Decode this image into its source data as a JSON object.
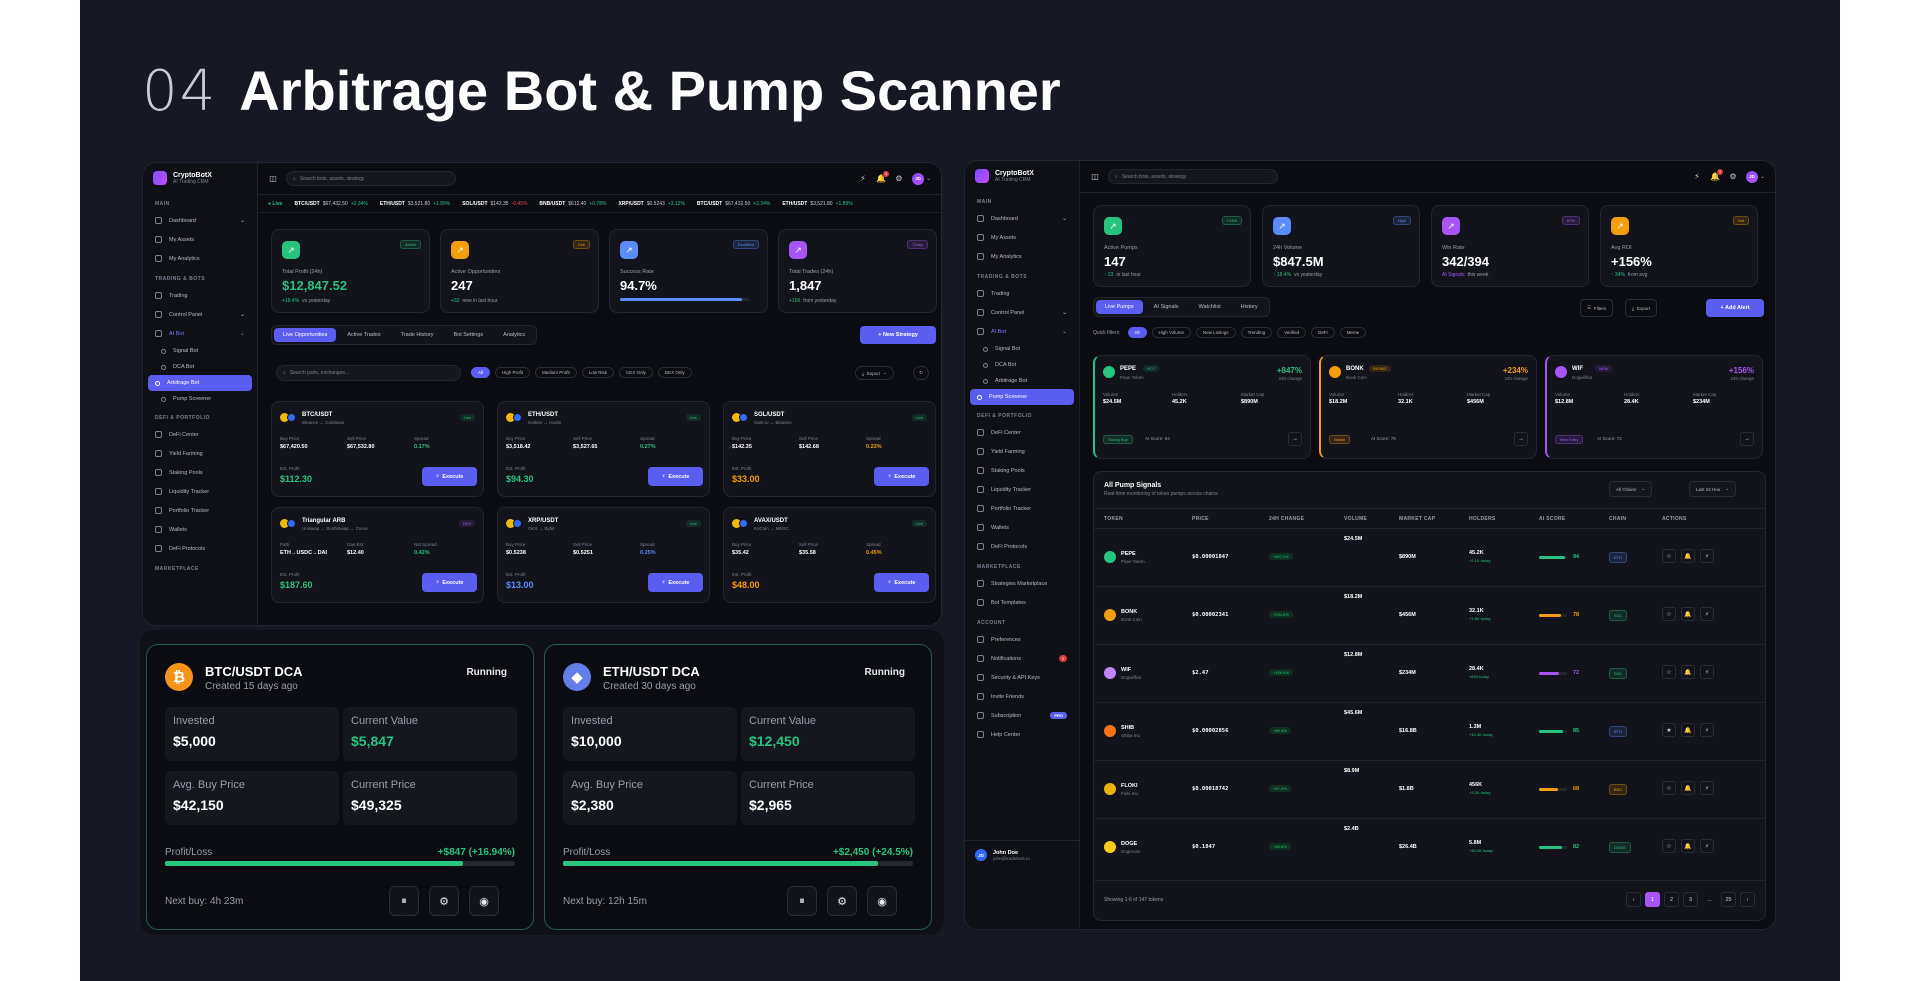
{
  "headline": {
    "num": "04",
    "title": "Arbitrage Bot & Pump Scanner"
  },
  "app": {
    "name": "CryptoBotX",
    "subtitle": "AI Trading CRM",
    "search": "Search bots, assets, strategy",
    "notif": "3",
    "avatar": "JD"
  },
  "sidebar1": {
    "main_label": "MAIN",
    "trading_label": "TRADING & BOTS",
    "defi_label": "DEFI & PORTFOLIO",
    "market_label": "MARKETPLACE",
    "main": [
      "Dashboard",
      "My Assets",
      "My Analytics"
    ],
    "trading": [
      "Trading",
      "Control Panel",
      "AI Bot"
    ],
    "aibot_sub": [
      "Signal Bot",
      "DCA Bot",
      "Arbitrage Bot",
      "Pump Screener"
    ],
    "defi": [
      "DeFi Center",
      "Yield Farming",
      "Staking Pools",
      "Liquidity Tracker",
      "Portfolio Tracker",
      "Wallets",
      "DeFi Protocols"
    ]
  },
  "sidebar2": {
    "account_label": "ACCOUNT",
    "market": [
      "Strategies Marketplace",
      "Bot Templates"
    ],
    "account": [
      "Preferences",
      "Notifications",
      "Security & API Keys",
      "Invite Friends",
      "Subscription",
      "Help Center"
    ],
    "notif_badge": "3",
    "pro": "PRO",
    "user": {
      "name": "John Doe",
      "email": "john@tradebots.io",
      "initials": "JD"
    }
  },
  "ticker": [
    {
      "pair": "BTC/USDT",
      "price": "$67,432.50",
      "chg": "+2.34%",
      "up": true
    },
    {
      "pair": "ETH/USDT",
      "price": "$3,521.80",
      "chg": "+1.89%",
      "up": true
    },
    {
      "pair": "SOL/USDT",
      "price": "$142.35",
      "chg": "-0.45%",
      "up": false
    },
    {
      "pair": "BNB/USDT",
      "price": "$612.40",
      "chg": "+0.78%",
      "up": true
    },
    {
      "pair": "XRP/USDT",
      "price": "$0.5243",
      "chg": "+3.12%",
      "up": true
    },
    {
      "pair": "BTC/USDT",
      "price": "$67,432.50",
      "chg": "+2.34%",
      "up": true
    },
    {
      "pair": "ETH/USDT",
      "price": "$3,521.80",
      "chg": "+1.89%",
      "up": true
    }
  ],
  "live_label": "Live",
  "stats1": [
    {
      "label": "Total Profit (24h)",
      "value": "$12,847.52",
      "badge": "Active",
      "sub_hl": "+18.4%",
      "sub": "vs yesterday",
      "color": "#27c47f"
    },
    {
      "label": "Active Opportunities",
      "value": "247",
      "badge": "Live",
      "sub_hl": "+32",
      "sub": "new in last hour",
      "color": "#f59e0b"
    },
    {
      "label": "Success Rate",
      "value": "94.7%",
      "badge": "Excellent",
      "progress": 0.947,
      "color": "#5b8cff"
    },
    {
      "label": "Total Trades (24h)",
      "value": "1,847",
      "badge": "Today",
      "sub_hl": "+156",
      "sub": "from yesterday",
      "color": "#a855f7"
    }
  ],
  "tabs1": [
    "Live Opportunities",
    "Active Trades",
    "Trade History",
    "Bot Settings",
    "Analytics"
  ],
  "new_strategy": "+ New Strategy",
  "filter_search": "Search pairs, exchanges...",
  "filters1": [
    "All",
    "High Profit",
    "Medium Profit",
    "Low Risk",
    "CEX Only",
    "DEX Only"
  ],
  "export": "Export",
  "opps": [
    {
      "pair": "BTC/USDT",
      "route": "Binance → Coinbase",
      "badge": "Live",
      "l1": "Buy Price",
      "v1": "$67,420.50",
      "l2": "Sell Price",
      "v2": "$67,532.80",
      "l3": "Spread",
      "v3": "0.17%",
      "profit": "$112.30",
      "pcolor": "#27c47f"
    },
    {
      "pair": "ETH/USDT",
      "route": "Kraken → Huobi",
      "badge": "Live",
      "l1": "Buy Price",
      "v1": "$3,518.42",
      "l2": "Sell Price",
      "v2": "$3,527.65",
      "l3": "Spread",
      "v3": "0.27%",
      "profit": "$94.30",
      "pcolor": "#27c47f"
    },
    {
      "pair": "SOL/USDT",
      "route": "Gate.io → Binance",
      "badge": "Live",
      "l1": "Buy Price",
      "v1": "$142.35",
      "l2": "Sell Price",
      "v2": "$142.68",
      "l3": "Spread",
      "v3": "0.23%",
      "profit": "$33.00",
      "pcolor": "#f59e0b"
    },
    {
      "pair": "Triangular ARB",
      "route": "Uniswap → SushiSwap → Curve",
      "badge": "DEX",
      "l1": "Path",
      "v1": "ETH→USDC→DAI",
      "l2": "Gas Est.",
      "v2": "$12.40",
      "l3": "Net Spread",
      "v3": "0.42%",
      "profit": "$187.60",
      "pcolor": "#27c47f"
    },
    {
      "pair": "XRP/USDT",
      "route": "OKX → Bybit",
      "badge": "Live",
      "l1": "Buy Price",
      "v1": "$0.5238",
      "l2": "Sell Price",
      "v2": "$0.5251",
      "l3": "Spread",
      "v3": "0.25%",
      "profit": "$13.00",
      "pcolor": "#5b8cff"
    },
    {
      "pair": "AVAX/USDT",
      "route": "KuCoin → MEXC",
      "badge": "Live",
      "l1": "Buy Price",
      "v1": "$35.42",
      "l2": "Sell Price",
      "v2": "$35.58",
      "l3": "Spread",
      "v3": "0.45%",
      "profit": "$48.00",
      "pcolor": "#f59e0b"
    }
  ],
  "est_profit": "Est. Profit",
  "execute": "Execute",
  "dca": [
    {
      "title": "BTC/USDT DCA",
      "created": "Created 15 days ago",
      "status": "Running",
      "invested": "$5,000",
      "current": "$5,847",
      "avg": "$42,150",
      "price": "$49,325",
      "pl": "+$847 (+16.94%)",
      "progress": 0.85,
      "next": "Next buy: 4h 23m",
      "coin": "₿",
      "coin_color": "#f7931a"
    },
    {
      "title": "ETH/USDT DCA",
      "created": "Created 30 days ago",
      "status": "Running",
      "invested": "$10,000",
      "current": "$12,450",
      "avg": "$2,380",
      "price": "$2,965",
      "pl": "+$2,450 (+24.5%)",
      "progress": 0.9,
      "next": "Next buy: 12h 15m",
      "coin": "◆",
      "coin_color": "#627eea"
    }
  ],
  "dca_labels": {
    "invested": "Invested",
    "current": "Current Value",
    "avg": "Avg. Buy Price",
    "price": "Current Price",
    "pl": "Profit/Loss"
  },
  "stats2": [
    {
      "label": "Active Pumps",
      "value": "147",
      "badge": "+24%",
      "sub_hl": "↑ 23",
      "sub": "in last hour",
      "color": "#27c47f"
    },
    {
      "label": "24h Volume",
      "value": "$847.5M",
      "badge": "High",
      "sub_hl": "↑ 18.4%",
      "sub": "vs yesterday",
      "color": "#5b8cff"
    },
    {
      "label": "Win Rate",
      "value": "342/394",
      "badge": "87%",
      "sub_hl": "AI Signals",
      "sub": "this week",
      "color": "#a855f7"
    },
    {
      "label": "Avg ROI",
      "value": "+156%",
      "badge": "Hot",
      "sub_hl": "↑ 34%",
      "sub": "from avg",
      "color": "#f59e0b"
    }
  ],
  "tabs2": [
    "Live Pumps",
    "AI Signals",
    "Watchlist",
    "History"
  ],
  "filters_btn": "Filters",
  "export2": "Export",
  "add_alert": "+ Add Alert",
  "quick_label": "Quick filters:",
  "filters2": [
    "All",
    "High Volume",
    "New Listings",
    "Trending",
    "Verified",
    "DeFi",
    "Meme"
  ],
  "hot": [
    {
      "sym": "PEPE",
      "name": "Pepe Token",
      "tag": "HOT",
      "chg": "+847%",
      "vol": "$24.5M",
      "holders": "45.2K",
      "mcap": "$890M",
      "action": "Strong Buy",
      "score": "AI Score: 94",
      "accent": "#27c47f"
    },
    {
      "sym": "BONK",
      "name": "Bonk Coin",
      "tag": "RISING",
      "chg": "+234%",
      "vol": "$18.2M",
      "holders": "32.1K",
      "mcap": "$456M",
      "action": "Watch",
      "score": "AI Score: 78",
      "accent": "#f59e0b"
    },
    {
      "sym": "WIF",
      "name": "Dogwifhat",
      "tag": "NEW",
      "chg": "+156%",
      "vol": "$12.8M",
      "holders": "28.4K",
      "mcap": "$234M",
      "action": "New Entry",
      "score": "AI Score: 72",
      "accent": "#a855f7"
    }
  ],
  "hot_labels": {
    "vol": "Volume",
    "holders": "Holders",
    "mcap": "Market Cap",
    "chg": "24h change"
  },
  "signals": {
    "title": "All Pump Signals",
    "subtitle": "Real-time monitoring of token pumps across chains",
    "chains": "All Chains",
    "period": "Last 24 Hou",
    "headers": [
      "TOKEN",
      "PRICE",
      "24H CHANGE",
      "VOLUME",
      "MARKET CAP",
      "HOLDERS",
      "AI SCORE",
      "CHAIN",
      "ACTIONS"
    ],
    "rows": [
      {
        "sym": "PEPE",
        "name": "Pepe Token",
        "price": "$0.00001847",
        "chg": "+847.2%",
        "vol": "$24.5M",
        "mcap": "$890M",
        "holders": "45.2K",
        "hsub": "+2.1K today",
        "score": 94,
        "chain": "ETH",
        "c": "#27c47f",
        "coin": "#27c47f"
      },
      {
        "sym": "BONK",
        "name": "Bonk Coin",
        "price": "$0.00002341",
        "chg": "+234.5%",
        "vol": "$18.2M",
        "mcap": "$456M",
        "holders": "32.1K",
        "hsub": "+1.8K today",
        "score": 78,
        "chain": "SOL",
        "c": "#f59e0b",
        "coin": "#f59e0b"
      },
      {
        "sym": "WIF",
        "name": "Dogwifhat",
        "price": "$2.47",
        "chg": "+156.8%",
        "vol": "$12.8M",
        "mcap": "$234M",
        "holders": "28.4K",
        "hsub": "+834 today",
        "score": 72,
        "chain": "SOL",
        "c": "#a855f7",
        "coin": "#c084fc"
      },
      {
        "sym": "SHIB",
        "name": "Shiba Inu",
        "price": "$0.00002856",
        "chg": "+89.4%",
        "vol": "$45.6M",
        "mcap": "$16.8B",
        "holders": "1.3M",
        "hsub": "+12.4K today",
        "score": 85,
        "chain": "ETH",
        "c": "#27c47f",
        "coin": "#f97316"
      },
      {
        "sym": "FLOKI",
        "name": "Floki Inu",
        "price": "$0.00018742",
        "chg": "+67.2%",
        "vol": "$8.9M",
        "mcap": "$1.8B",
        "holders": "456K",
        "hsub": "+3.2K today",
        "score": 68,
        "chain": "BSC",
        "c": "#f59e0b",
        "coin": "#eab308"
      },
      {
        "sym": "DOGE",
        "name": "Dogecoin",
        "price": "$0.1847",
        "chg": "+45.8%",
        "vol": "$2.4B",
        "mcap": "$26.4B",
        "holders": "5.8M",
        "hsub": "+45.2K today",
        "score": 82,
        "chain": "DOGE",
        "c": "#27c47f",
        "coin": "#facc15"
      }
    ],
    "showing": "Showing 1-6 of 147 tokens",
    "pages": [
      "‹",
      "1",
      "2",
      "3",
      "...",
      "25",
      "›"
    ]
  }
}
